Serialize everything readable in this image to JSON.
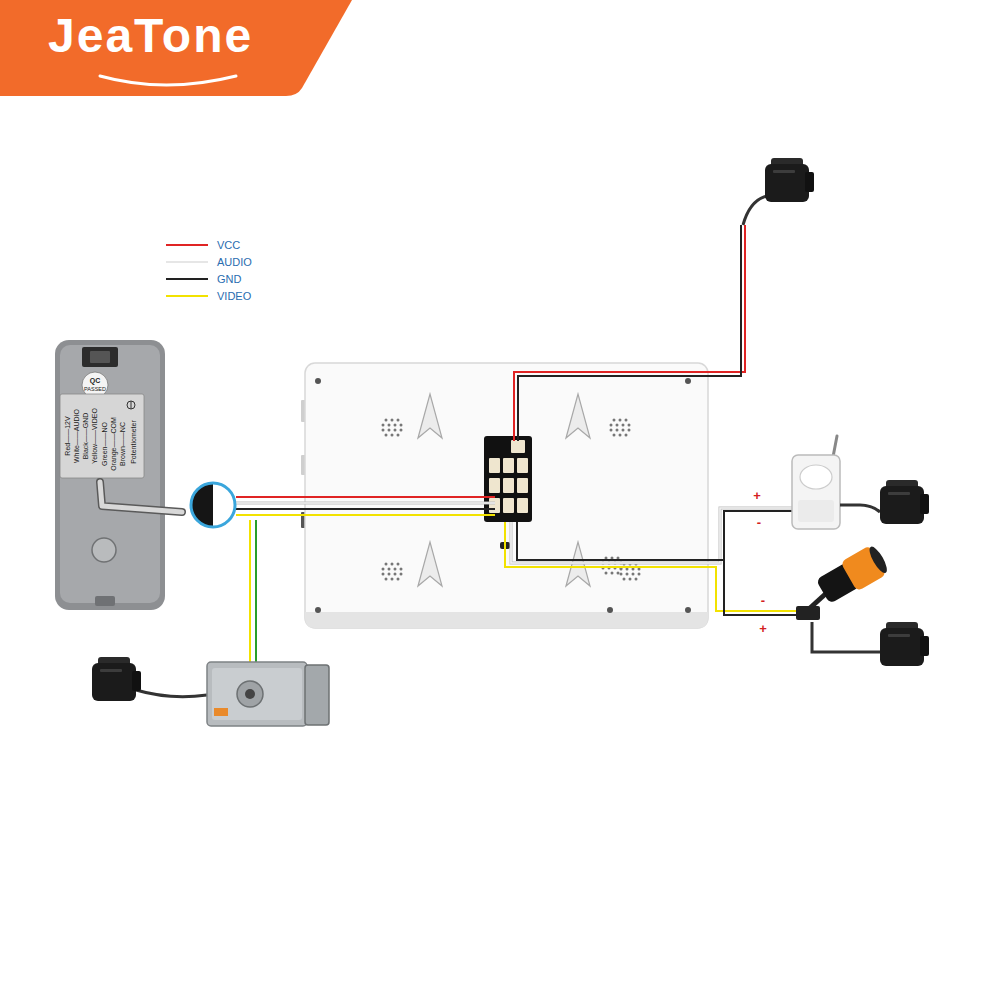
{
  "diagram": {
    "labels": [
      "JeaTone",
      "QC",
      "PASSED",
      "Red——12V",
      "White——AUDIO",
      "Black——GND",
      "Yellow——VIDEO",
      "Green——NO",
      "Orange——COM",
      "Brown——NC",
      "Potentiometer",
      "+",
      "-",
      "-",
      "+"
    ],
    "legend": [
      {
        "text": "VCC",
        "color": "#e02424"
      },
      {
        "text": "AUDIO",
        "color": "#e6e6e6"
      },
      {
        "text": "GND",
        "color": "#222222"
      },
      {
        "text": "VIDEO",
        "color": "#f2e200"
      }
    ]
  }
}
